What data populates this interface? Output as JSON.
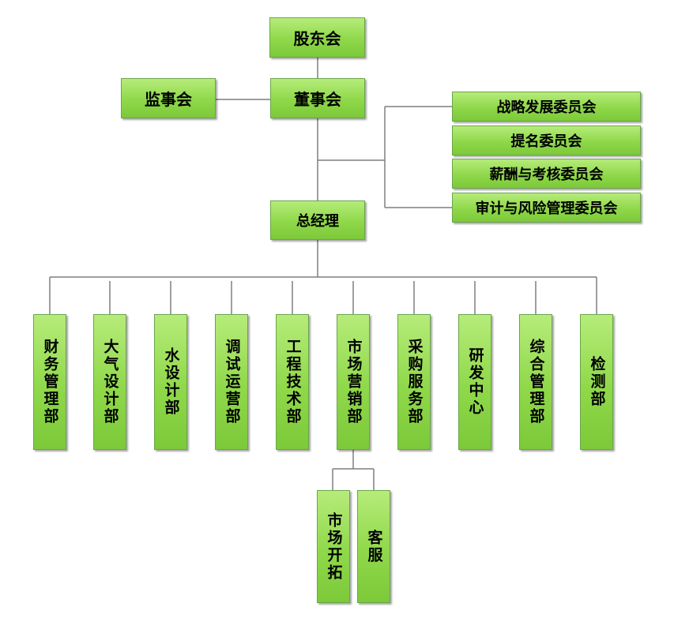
{
  "top": {
    "shareholders": "股东会",
    "board": "董事会",
    "supervisors": "监事会"
  },
  "committees": [
    "战略发展委员会",
    "提名委员会",
    "薪酬与考核委员会",
    "审计与风险管理委员会"
  ],
  "gm": "总经理",
  "departments": [
    "财务管理部",
    "大气设计部",
    "水设计部",
    "调试运营部",
    "工程技术部",
    "市场营销部",
    "采购服务部",
    "研发中心",
    "综合管理部",
    "检测部"
  ],
  "sub_departments": [
    "市场开拓",
    "客服"
  ]
}
